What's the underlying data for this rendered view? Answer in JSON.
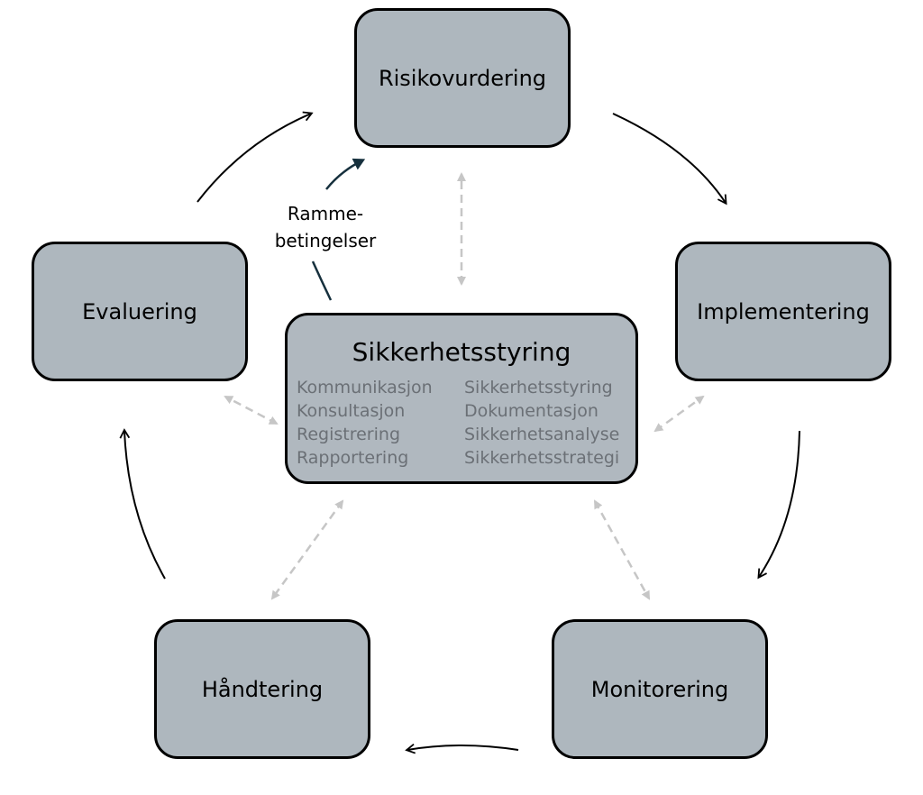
{
  "colors": {
    "node_fill": "#aeb7be",
    "center_fill": "#b0b8bf",
    "border": "#000000",
    "cycle_arrow": "#000000",
    "framework_arrow": "#16303d",
    "dashed_arrow": "#c6c6c6",
    "subitem_text": "#6b7076"
  },
  "cycle": [
    {
      "id": "risk",
      "label": "Risikovurdering"
    },
    {
      "id": "impl",
      "label": "Implementering"
    },
    {
      "id": "mon",
      "label": "Monitorering"
    },
    {
      "id": "hand",
      "label": "Håndtering"
    },
    {
      "id": "eval",
      "label": "Evaluering"
    }
  ],
  "center": {
    "title": "Sikkerhetsstyring",
    "left_items": [
      "Kommunikasjon",
      "Konsultasjon",
      "Registrering",
      "Rapportering"
    ],
    "right_items": [
      "Sikkerhetsstyring",
      "Dokumentasjon",
      "Sikkerhetsanalyse",
      "Sikkerhetsstrategi"
    ]
  },
  "framework_label": {
    "line1": "Ramme-",
    "line2": "betingelser"
  }
}
